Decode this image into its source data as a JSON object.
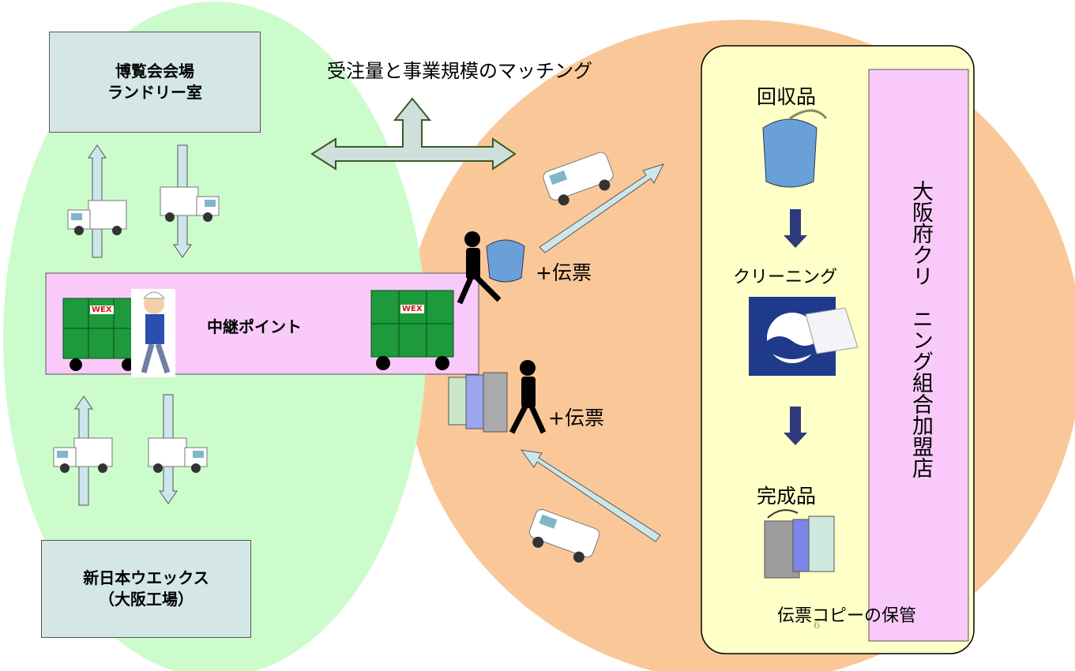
{
  "left_boxes": {
    "venue_line1": "博覧会会場",
    "venue_line2": "ランドリー室",
    "factory_line1": "新日本ウエックス",
    "factory_line2": "（大阪工場）"
  },
  "relay": {
    "label": "中継ポイント",
    "wex_mark": "WEX"
  },
  "matching_label": "受注量と事業規模のマッチング",
  "slip_top": "+伝票",
  "slip_bottom": "+伝票",
  "process": {
    "collected": "回収品",
    "cleaning": "クリーニング",
    "finished": "完成品",
    "slip_storage": "伝票コピーの保管"
  },
  "vertical_label": "大阪府クリ　ニング組合加盟店",
  "page_number": "6",
  "colors": {
    "green_area": "#ccfccc",
    "orange_area": "#fac898",
    "relay_fill": "#f9caf9",
    "process_fill": "#ffffc8",
    "box_fill": "#d5e6e6",
    "arrow_dark": "#2f3a7c",
    "arrow_light": "#cde6ec"
  }
}
